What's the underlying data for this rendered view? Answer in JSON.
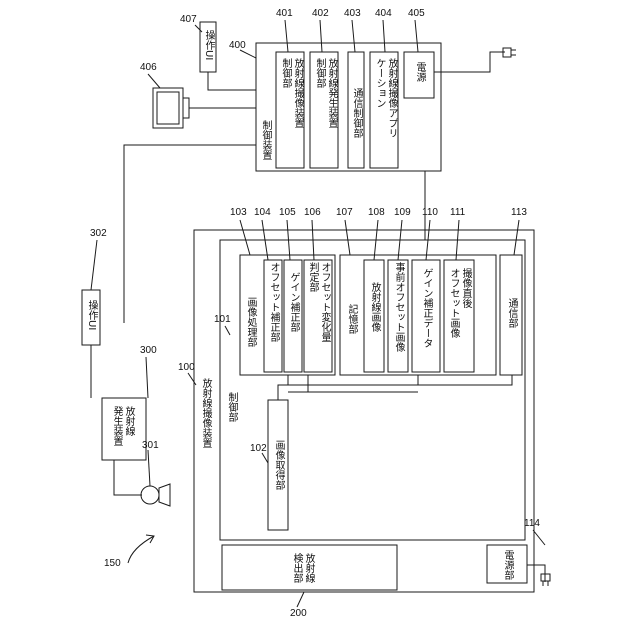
{
  "labels": {
    "radiation_imaging_device": "放射線撮像装置",
    "control_unit": "制御部",
    "image_processing_unit": "画像処理部",
    "offset_correction_unit": "オフセット補正部",
    "gain_correction_unit": "ゲイン補正部",
    "offset_change_judgment": "オフセット変化量\n判定部",
    "storage_unit": "記憶部",
    "radiation_image": "放射線画像",
    "pre_offset_image": "事前オフセット画像",
    "gain_correction_data": "ゲイン補正データ",
    "post_capture_offset_image": "撮像直後\nオフセット画像",
    "communication_unit": "通信部",
    "image_acquisition_unit": "画像取得部",
    "radiation_detection_unit": "放射線\n検出部",
    "power_unit": "電源部",
    "control_device": "制御装置",
    "ctrl_imaging_controller": "放射線撮像装置\n制御部",
    "ctrl_generator_controller": "放射線発生装置\n制御部",
    "ctrl_comm_controller": "通信制御部",
    "ctrl_imaging_app": "放射線撮像アプリ\nケーション",
    "ctrl_power": "電源",
    "operation_ui_top": "操作UI",
    "operation_ui_left": "操作UI",
    "radiation_generator": "放射線\n発生装置"
  },
  "refs": {
    "r150": "150",
    "r200": "200",
    "r114": "114",
    "r301": "301",
    "r300": "300",
    "r100": "100",
    "r302": "302",
    "r101": "101",
    "r102": "102",
    "r103": "103",
    "r104": "104",
    "r105": "105",
    "r106": "106",
    "r107": "107",
    "r108": "108",
    "r109": "109",
    "r110": "110",
    "r111": "111",
    "r113": "113",
    "r406": "406",
    "r407": "407",
    "r400": "400",
    "r401": "401",
    "r402": "402",
    "r403": "403",
    "r404": "404",
    "r405": "405"
  }
}
